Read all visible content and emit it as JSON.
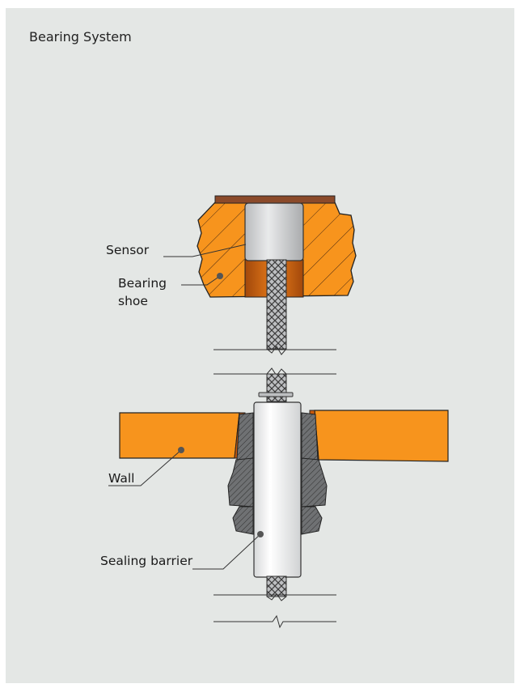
{
  "title": "Bearing System",
  "labels": {
    "sensor": "Sensor",
    "bearing_shoe_line1": "Bearing",
    "bearing_shoe_line2": "shoe",
    "wall": "Wall",
    "sealing_barrier": "Sealing barrier"
  },
  "colors": {
    "background": "#e4e7e5",
    "orange": "#f7941d",
    "dark_orange": "#c75a0d",
    "brown": "#8b4a2a",
    "sensor_gray": "#d5d7d8",
    "nut_gray": "#6f7173",
    "line": "#222222"
  }
}
